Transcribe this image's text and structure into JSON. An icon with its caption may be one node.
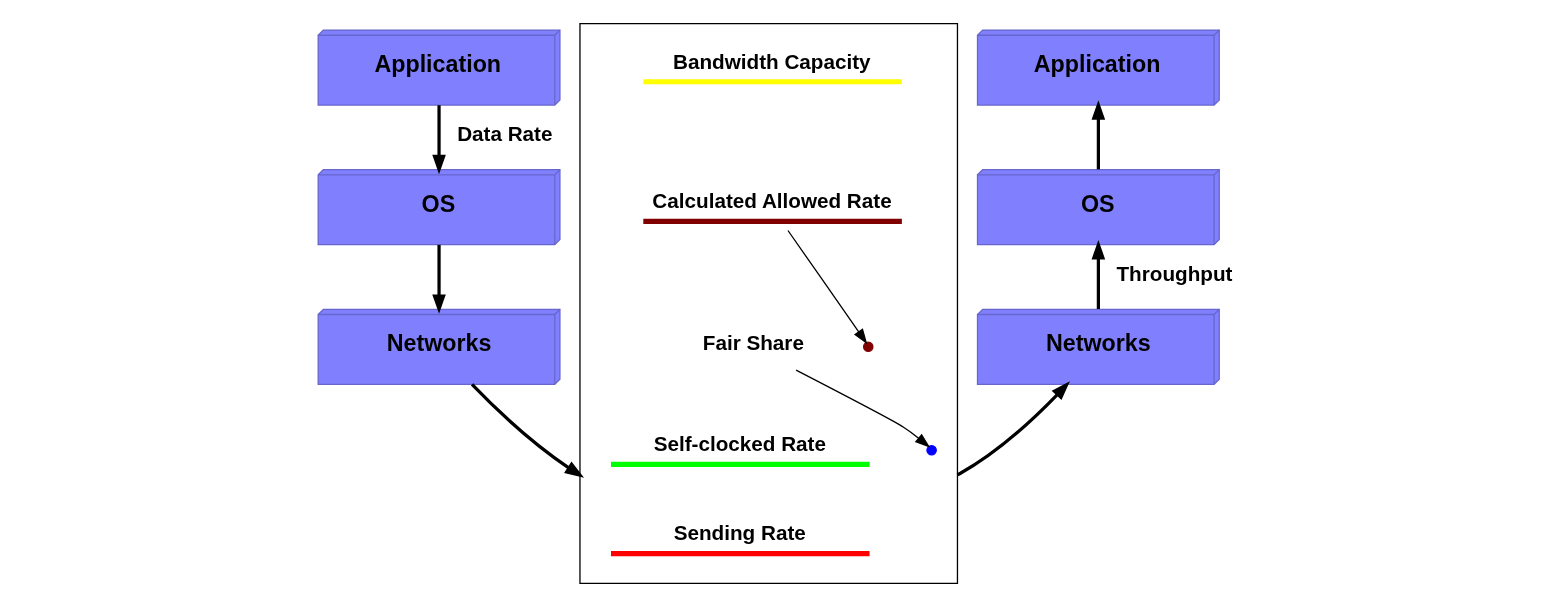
{
  "diagram": {
    "nodes": [
      {
        "text": [
          "Application"
        ]
      },
      {
        "text": [
          "OS"
        ]
      },
      {
        "text": [
          "Networks"
        ]
      },
      {
        "text": [],
        "shape": "box"
      },
      {
        "text": [
          "Bandwidth Capacity"
        ],
        "in": 3
      },
      {
        "text": [
          "Calculated Allowed Rate"
        ],
        "in": 3
      },
      {
        "text": [
          "Fair Share"
        ],
        "in": 3
      },
      {
        "text": [
          "Self-clocked Rate"
        ],
        "in": 3
      },
      {
        "text": [
          "Sending Rate"
        ],
        "in": 3
      },
      {
        "text": [
          "Application"
        ]
      },
      {
        "text": [
          "OS"
        ]
      },
      {
        "text": [
          "Networks"
        ]
      }
    ],
    "edges": [
      {
        "from": 0,
        "to": 1,
        "arrow": "to",
        "label": "Data Rate"
      },
      {
        "from": 1,
        "to": 2,
        "arrow": "to"
      },
      {
        "from": 2,
        "to": 3,
        "arrow": "to"
      },
      {
        "from": 3,
        "to": 11,
        "arrow": "to"
      },
      {
        "from": 11,
        "to": 10,
        "arrow": "to",
        "label": "Throughput"
      },
      {
        "from": 10,
        "to": 9,
        "arrow": "to"
      },
      {
        "from": 5,
        "to": null,
        "arrow": "to"
      },
      {
        "from": 6,
        "to": null,
        "arrow": "to"
      }
    ]
  }
}
